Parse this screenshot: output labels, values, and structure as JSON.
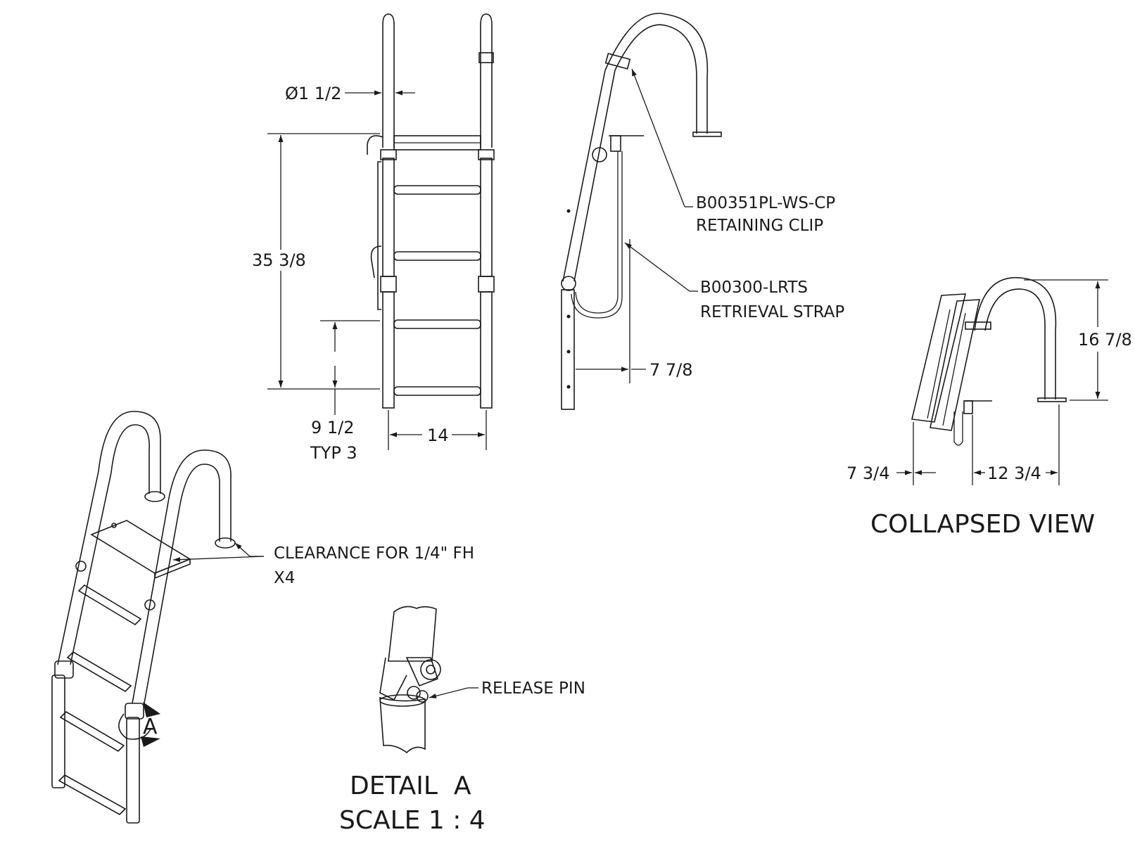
{
  "front_view": {
    "tube_diameter": "Ø1 1/2",
    "height": "35 3/8",
    "step_spacing": "9 1/2",
    "step_spacing_note": "TYP 3",
    "width": "14"
  },
  "side_view": {
    "retaining_clip_part": "B00351PL-WS-CP",
    "retaining_clip_name": "RETAINING CLIP",
    "strap_part": "B00300-LRTS",
    "strap_name": "RETRIEVAL STRAP",
    "offset": "7 7/8"
  },
  "collapsed_view": {
    "title": "COLLAPSED VIEW",
    "height": "16 7/8",
    "depth_left": "7 3/4",
    "depth_right": "12 3/4"
  },
  "iso_view": {
    "clearance_note": "CLEARANCE FOR 1/4\" FH",
    "clearance_qty": "X4",
    "detail_marker": "A"
  },
  "detail_a": {
    "release_pin": "RELEASE PIN",
    "title": "DETAIL  A",
    "scale": "SCALE 1 : 4"
  },
  "colors": {
    "line": "#1a1a1a",
    "background": "#ffffff"
  }
}
